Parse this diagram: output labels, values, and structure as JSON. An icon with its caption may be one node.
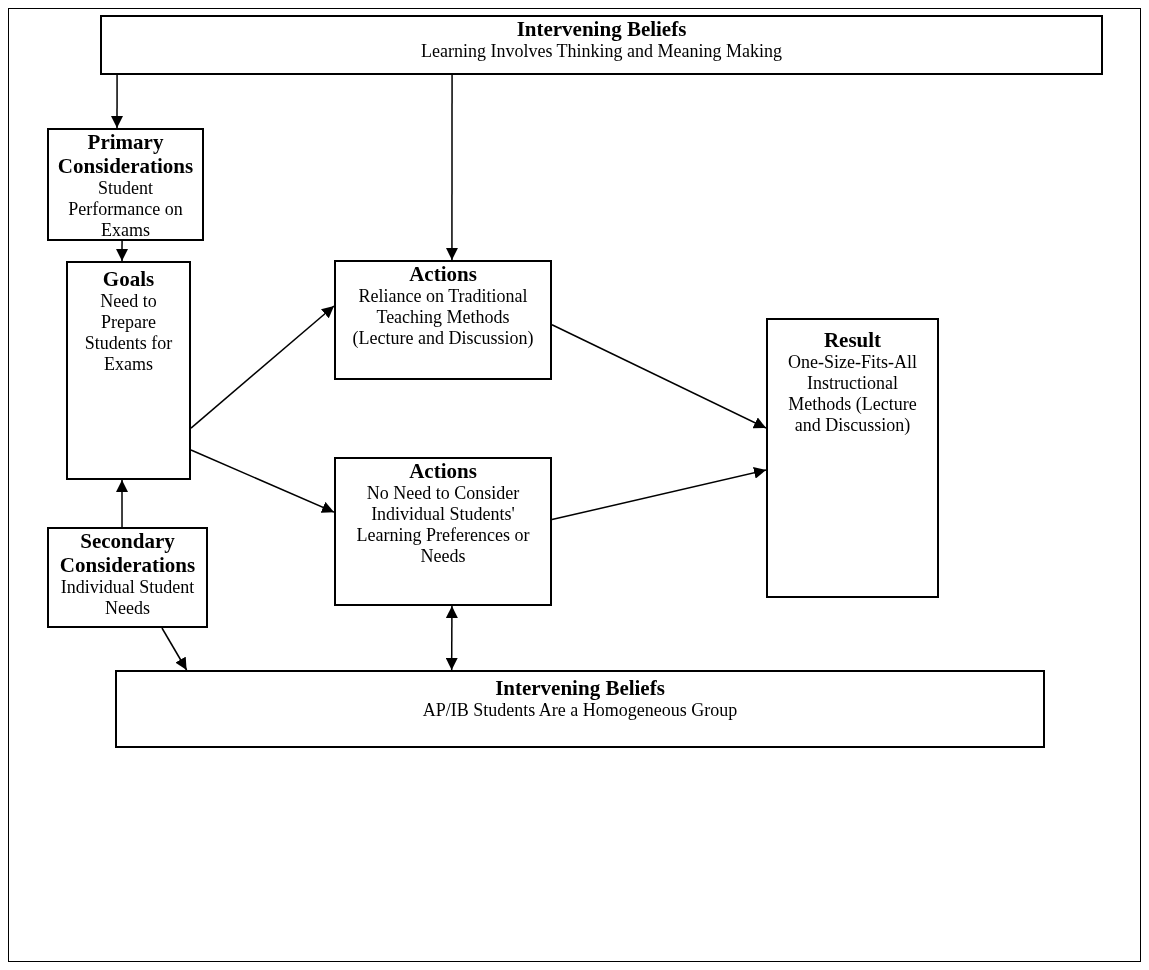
{
  "diagram": {
    "nodes": [
      {
        "text": [
          "Intervening Beliefs",
          "Learning Involves Thinking and Meaning Making"
        ]
      },
      {
        "text": [
          "Primary Considerations",
          "Student Performance on Exams"
        ]
      },
      {
        "text": [
          "Actions",
          "Reliance on Traditional Teaching Methods  (Lecture and Discussion)"
        ]
      },
      {
        "text": [
          "Result",
          "One-Size-Fits-All Instructional Methods (Lecture and Discussion)"
        ]
      },
      {
        "text": [
          "Goals",
          "Need to Prepare Students for Exams"
        ]
      },
      {
        "text": [
          "Actions",
          "No Need to Consider Individual Students' Learning Preferences or Needs"
        ]
      },
      {
        "text": [
          "Secondary Considerations",
          "Individual Student Needs"
        ]
      },
      {
        "text": [
          "Intervening Beliefs",
          "AP/IB Students Are a Homogeneous Group"
        ]
      }
    ],
    "edges": [
      {
        "from": 0,
        "to": 1,
        "arrow": "to"
      },
      {
        "from": 0,
        "to": 2,
        "arrow": "to"
      },
      {
        "from": 1,
        "to": 4,
        "arrow": "to"
      },
      {
        "from": 4,
        "to": 2,
        "arrow": "to"
      },
      {
        "from": 2,
        "to": 3,
        "arrow": "to"
      },
      {
        "from": 4,
        "to": 5,
        "arrow": "to"
      },
      {
        "from": 5,
        "to": 3,
        "arrow": "to"
      },
      {
        "from": 6,
        "to": 4,
        "arrow": "to"
      },
      {
        "from": 5,
        "to": 7,
        "arrow": "both"
      },
      {
        "from": 6,
        "to": 7,
        "arrow": "to"
      }
    ]
  }
}
